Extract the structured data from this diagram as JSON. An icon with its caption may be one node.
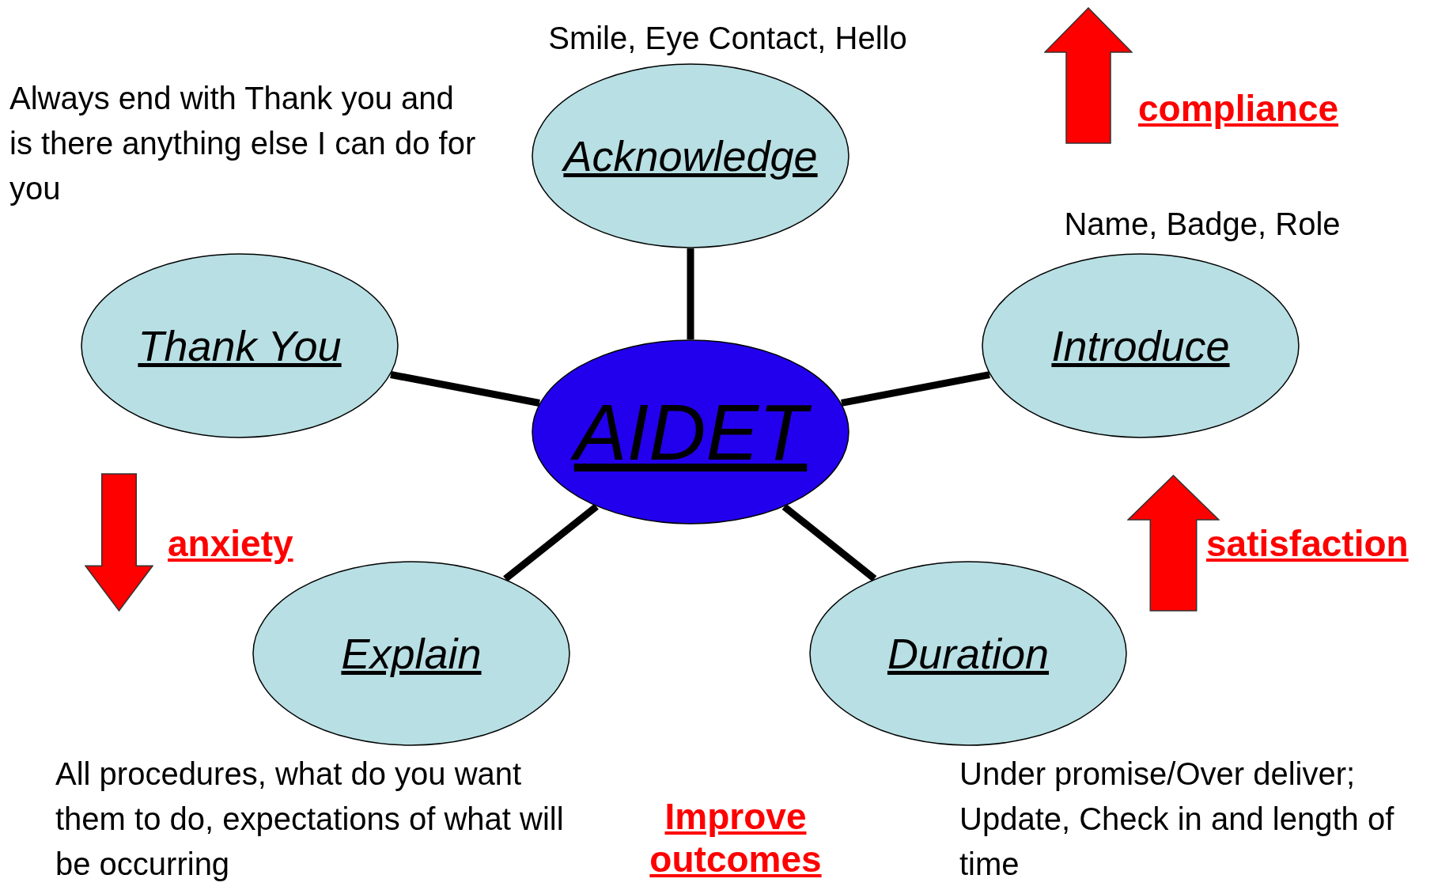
{
  "diagram": {
    "nodes": [
      {
        "text": [
          "AIDET"
        ]
      },
      {
        "text": [
          "Acknowledge"
        ],
        "beside": [
          "Smile, Eye Contact, Hello"
        ]
      },
      {
        "text": [
          "Introduce"
        ],
        "beside": [
          "Name, Badge, Role"
        ]
      },
      {
        "text": [
          "Duration"
        ],
        "beside": [
          "Under promise/Over deliver; Update, Check in and length of time"
        ]
      },
      {
        "text": [
          "Explain"
        ],
        "beside": [
          "All procedures, what do you want them to do, expectations of what will be occurring"
        ]
      },
      {
        "text": [
          "Thank You"
        ],
        "beside": [
          "Always end with Thank you and is there anything else I can do for you"
        ]
      }
    ],
    "edges": [
      {
        "from": 0,
        "to": 1,
        "arrow": "none"
      },
      {
        "from": 0,
        "to": 2,
        "arrow": "none"
      },
      {
        "from": 0,
        "to": 3,
        "arrow": "none"
      },
      {
        "from": 0,
        "to": 4,
        "arrow": "none"
      },
      {
        "from": 0,
        "to": 5,
        "arrow": "none"
      }
    ],
    "labels": [
      "compliance",
      "anxiety",
      "satisfaction",
      "Improve outcomes"
    ]
  }
}
